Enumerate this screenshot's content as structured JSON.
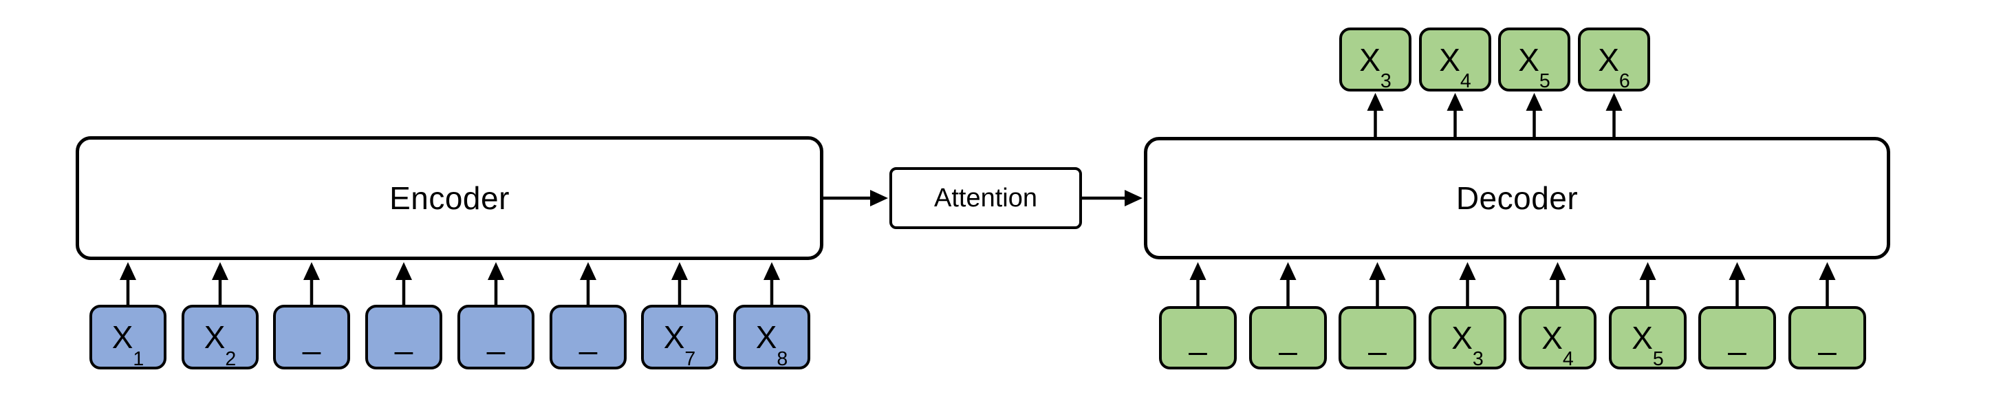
{
  "encoder": {
    "label": "Encoder",
    "inputs": [
      {
        "t": "X",
        "s": "1"
      },
      {
        "t": "X",
        "s": "2"
      },
      {
        "t": "_"
      },
      {
        "t": "_"
      },
      {
        "t": "_"
      },
      {
        "t": "_"
      },
      {
        "t": "X",
        "s": "7"
      },
      {
        "t": "X",
        "s": "8"
      }
    ]
  },
  "attention": {
    "label": "Attention"
  },
  "decoder": {
    "label": "Decoder",
    "inputs": [
      {
        "t": "_"
      },
      {
        "t": "_"
      },
      {
        "t": "_"
      },
      {
        "t": "X",
        "s": "3"
      },
      {
        "t": "X",
        "s": "4"
      },
      {
        "t": "X",
        "s": "5"
      },
      {
        "t": "_"
      },
      {
        "t": "_"
      }
    ],
    "outputs": [
      {
        "t": "X",
        "s": "3"
      },
      {
        "t": "X",
        "s": "4"
      },
      {
        "t": "X",
        "s": "5"
      },
      {
        "t": "X",
        "s": "6"
      }
    ]
  },
  "colors": {
    "encoder_token_fill": "#8EAADB",
    "decoder_token_fill": "#A9D18E",
    "box_fill": "#FFFFFF",
    "stroke": "#000000"
  }
}
